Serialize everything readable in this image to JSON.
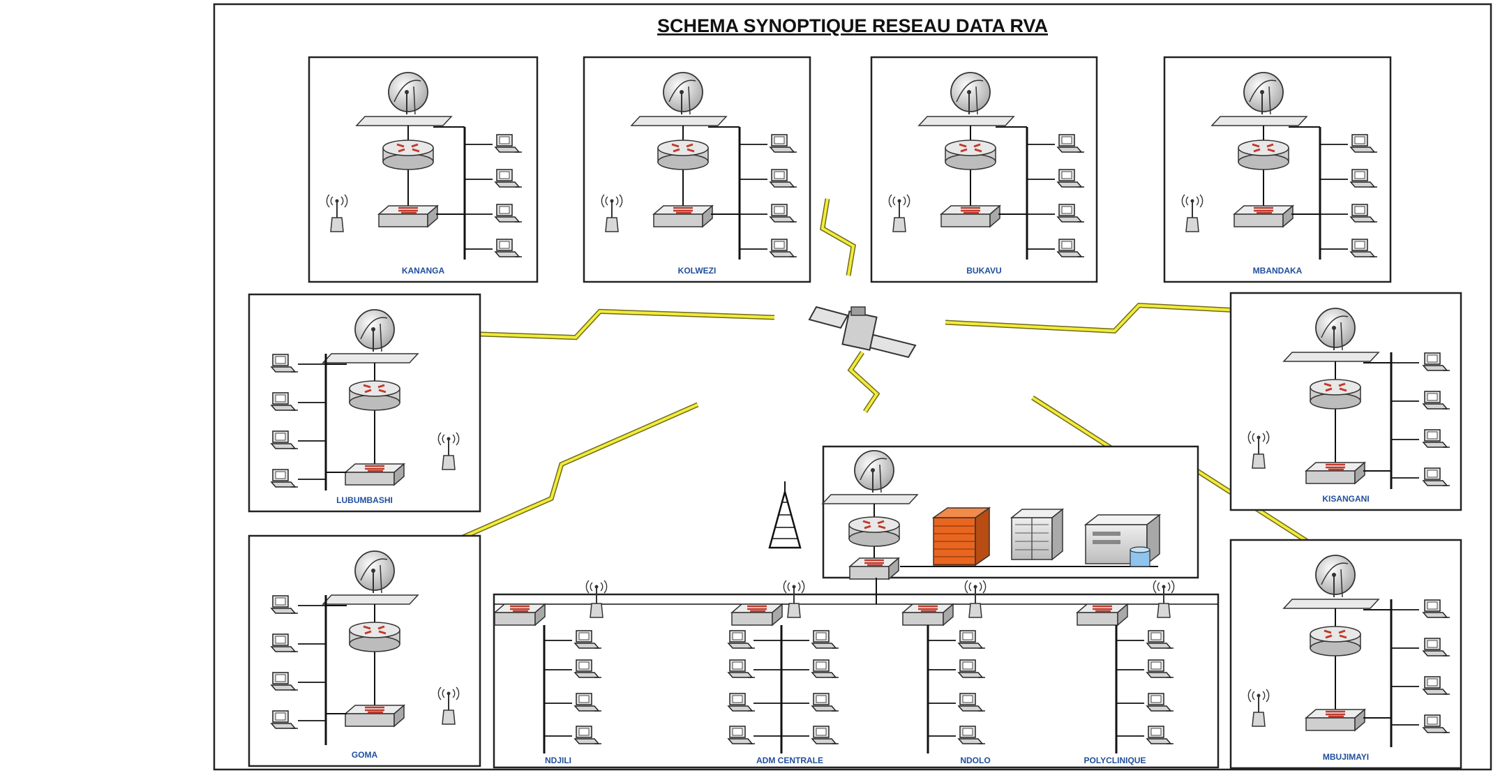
{
  "diagram": {
    "title": "SCHEMA SYNOPTIQUE RESEAU DATA RVA",
    "sites": [
      {
        "id": "kananga",
        "label": "KANANGA",
        "kind": "std-top"
      },
      {
        "id": "kolwezi",
        "label": "KOLWEZI",
        "kind": "std-top"
      },
      {
        "id": "bukavu",
        "label": "BUKAVU",
        "kind": "std-top"
      },
      {
        "id": "mbandaka",
        "label": "MBANDAKA",
        "kind": "std-top"
      },
      {
        "id": "lubumbashi",
        "label": "LUBUMBASHI",
        "kind": "left"
      },
      {
        "id": "goma",
        "label": "GOMA",
        "kind": "left"
      },
      {
        "id": "kisangani",
        "label": "KISANGANI",
        "kind": "right"
      },
      {
        "id": "mbujimayi",
        "label": "MBUJIMAYI",
        "kind": "right"
      }
    ],
    "campus": [
      {
        "id": "ndjili",
        "label": "NDJILI"
      },
      {
        "id": "adm-centrale",
        "label": "ADM CENTRALE"
      },
      {
        "id": "ndolo",
        "label": "NDOLO"
      },
      {
        "id": "polyclinique",
        "label": "POLYCLINIQUE"
      }
    ],
    "icons": {
      "satellite": "satellite-icon",
      "dish": "satellite-dish-icon",
      "router": "router-icon",
      "switch": "switch-icon",
      "antenna": "wifi-antenna-icon",
      "computer": "computer-icon",
      "tower": "radio-tower-icon",
      "firewall": "firewall-icon",
      "servers": "server-rack-icon",
      "database": "database-server-icon",
      "link": "lightning-link-icon"
    },
    "colors": {
      "label_blue": "#1f4e9c",
      "router_red": "#c0392b",
      "lightning_yellow": "#f2ec3a",
      "firewall_orange": "#e8661f",
      "line_black": "#111111"
    }
  }
}
